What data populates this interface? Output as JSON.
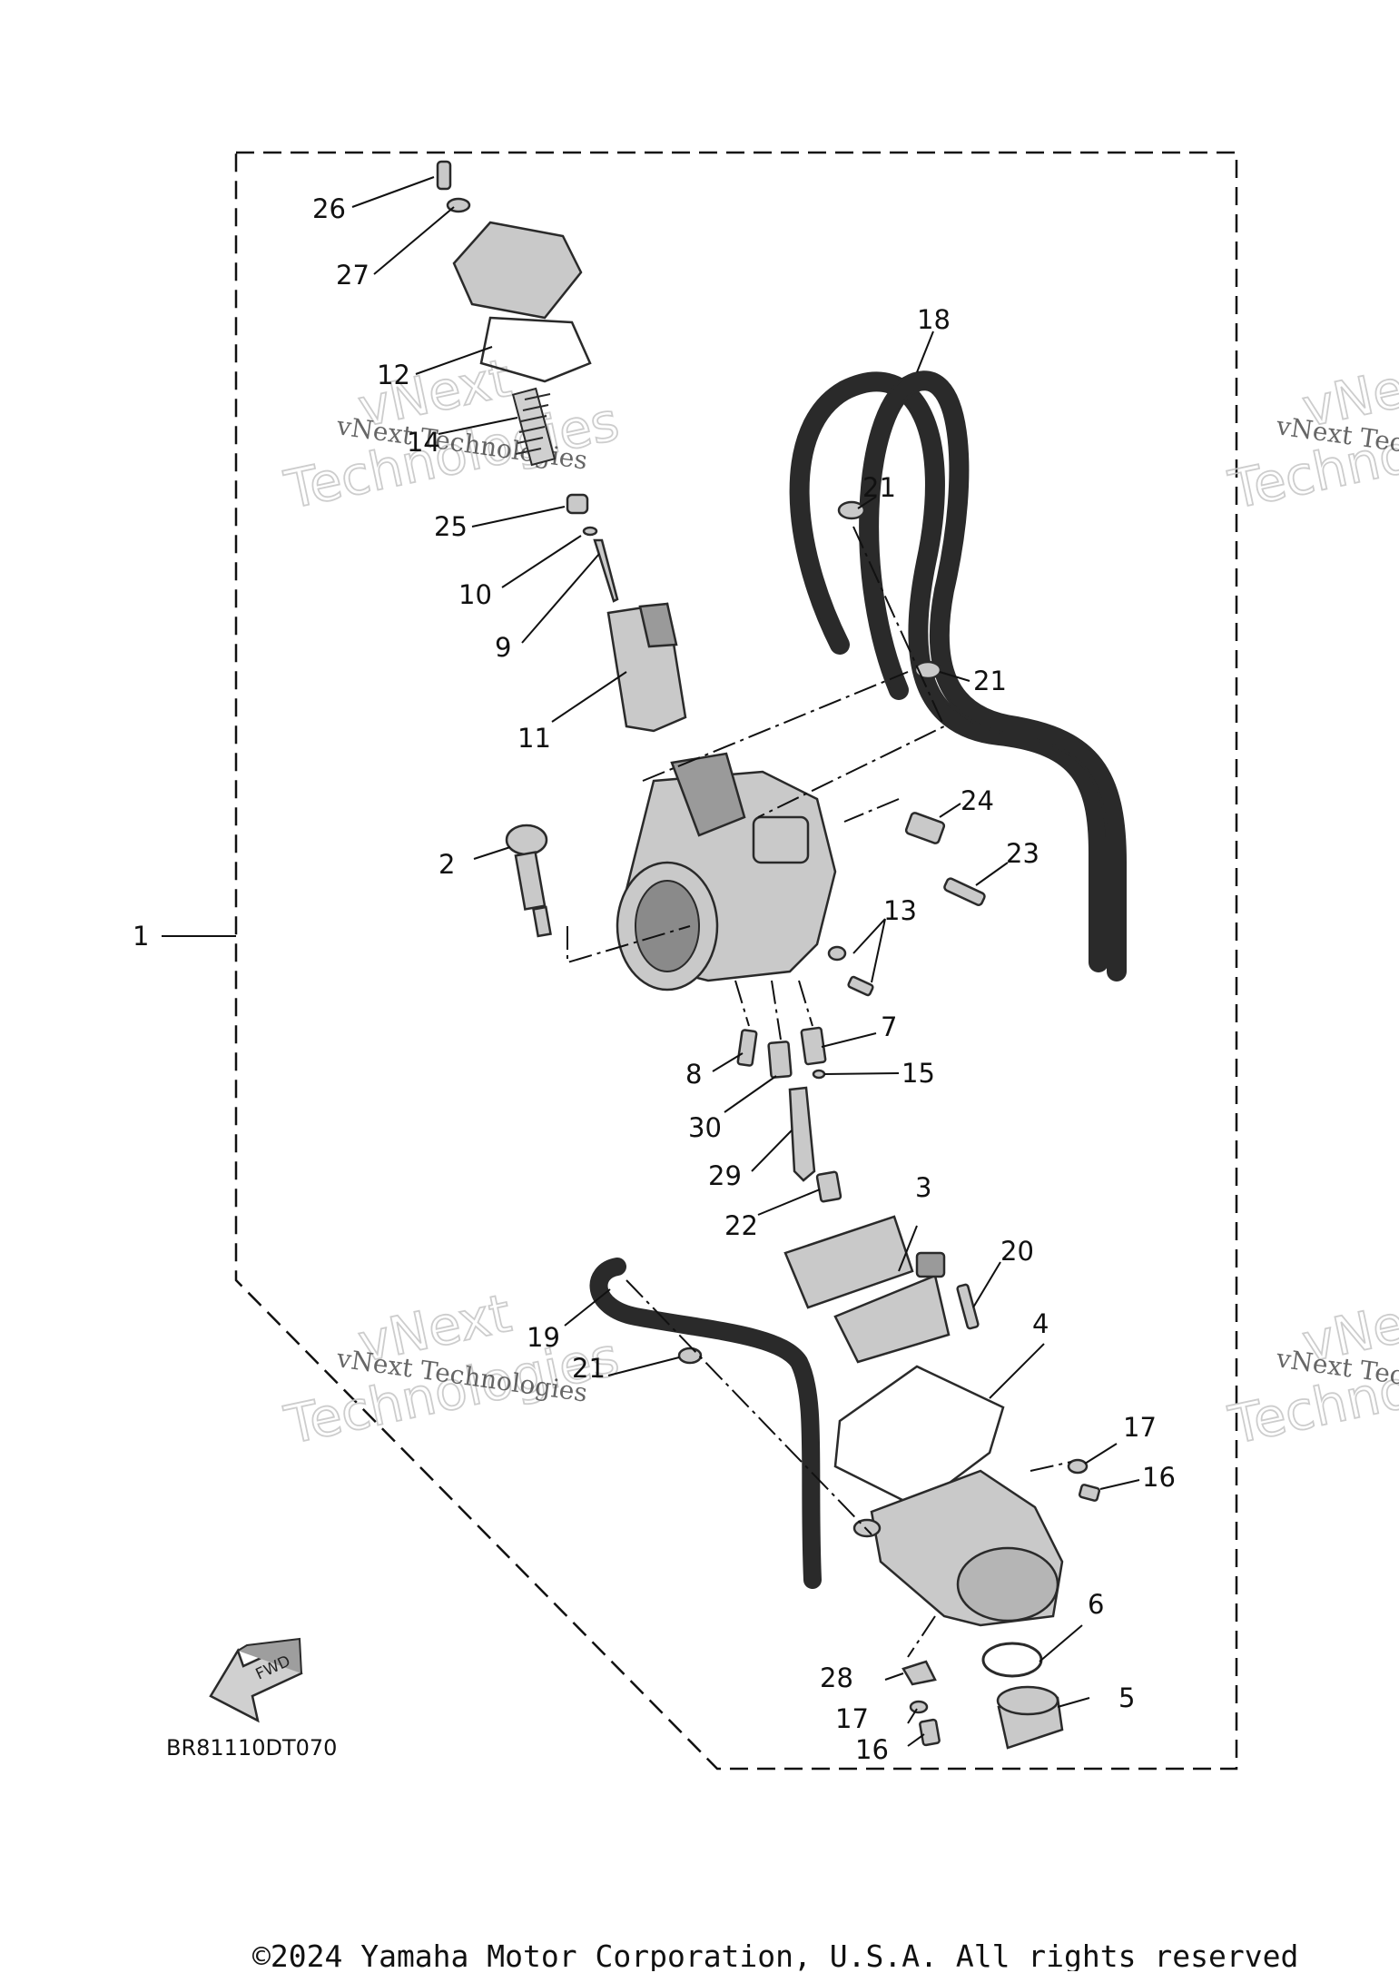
{
  "diagram": {
    "code": "BR81110DT070",
    "fwd_label": "FWD",
    "callouts": [
      "1",
      "2",
      "3",
      "4",
      "5",
      "6",
      "7",
      "8",
      "9",
      "10",
      "11",
      "12",
      "13",
      "14",
      "15",
      "16",
      "16",
      "17",
      "17",
      "18",
      "19",
      "20",
      "21",
      "21",
      "21",
      "22",
      "23",
      "24",
      "25",
      "26",
      "27",
      "28",
      "29",
      "30"
    ]
  },
  "watermarks": {
    "small": "vNext Technologies",
    "big_line1": "vNext",
    "big_line2": "Technologies"
  },
  "footer": {
    "copyright": "©2024 Yamaha Motor Corporation, U.S.A. All rights reserved"
  }
}
